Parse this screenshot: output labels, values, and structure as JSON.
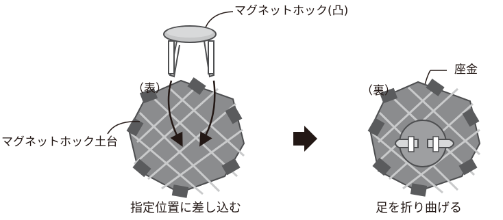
{
  "labels": {
    "hook_convex": "マグネットホック(凸)",
    "front": "（表）",
    "base": "マグネットホック土台",
    "back": "（裏）",
    "washer": "座金"
  },
  "captions": {
    "step1": "指定位置に差し込む",
    "step2": "足を折り曲げる"
  },
  "colors": {
    "grid_dark": "#6e6f71",
    "grid_light": "#a4a5a7",
    "hook_cap": "#c6c7c8",
    "washer": "#9e9fa1",
    "arrow": "#231815"
  }
}
